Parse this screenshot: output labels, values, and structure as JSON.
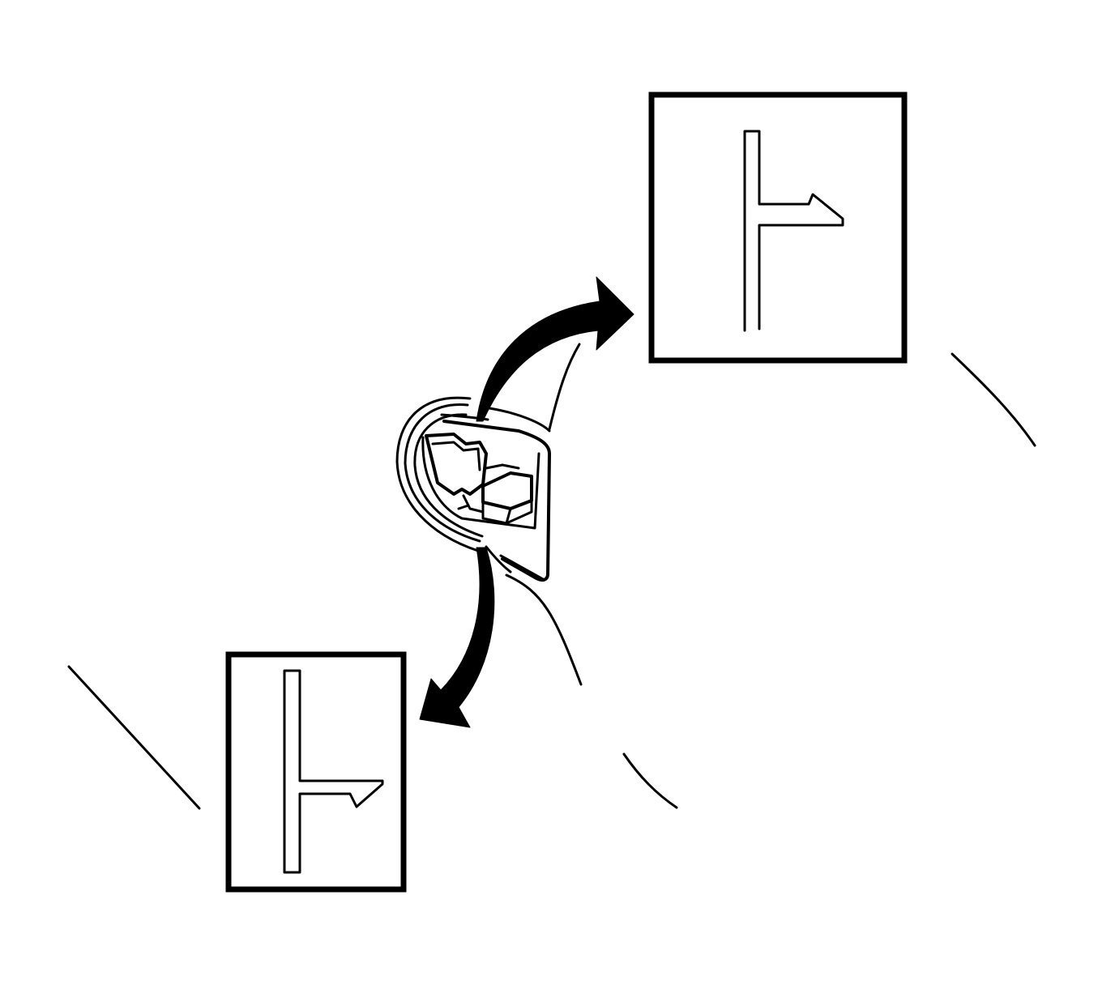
{
  "figure": {
    "background_color": "#ffffff",
    "line_color": "#000000",
    "elements": [
      "door-mirror-illustration",
      "upper-detail-box",
      "lower-detail-box",
      "upper-curved-arrow",
      "lower-curved-arrow"
    ]
  }
}
